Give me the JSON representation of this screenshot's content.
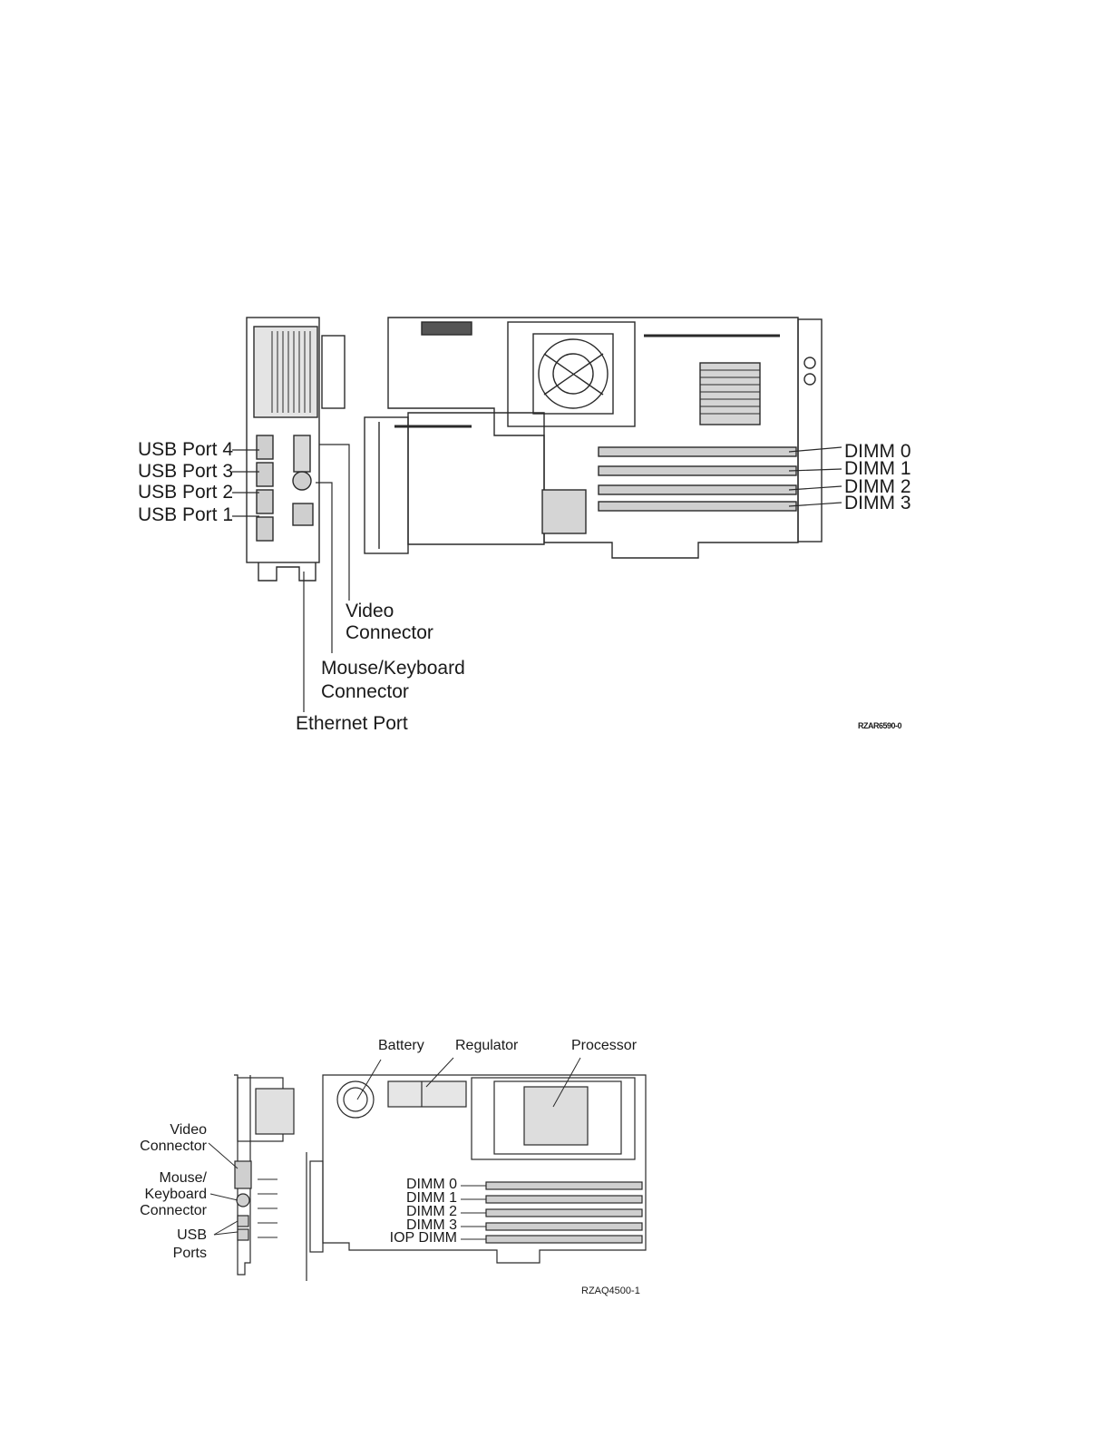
{
  "figure1": {
    "labels": {
      "usb_port_4": "USB Port 4",
      "usb_port_3": "USB Port 3",
      "usb_port_2": "USB Port 2",
      "usb_port_1": "USB Port 1",
      "dimm_0": "DIMM 0",
      "dimm_1": "DIMM 1",
      "dimm_2": "DIMM 2",
      "dimm_3": "DIMM 3",
      "video_connector": "Video\nConnector",
      "mouse_keyboard_connector": "Mouse/Keyboard\nConnector",
      "ethernet_port": "Ethernet Port"
    },
    "figure_code": "RZAR6590-0"
  },
  "figure2": {
    "labels": {
      "battery": "Battery",
      "regulator": "Regulator",
      "processor": "Processor",
      "video_connector": "Video\nConnector",
      "mouse_keyboard_connector": "Mouse/\nKeyboard\nConnector",
      "usb_ports": "USB\nPorts",
      "dimm_0": "DIMM 0",
      "dimm_1": "DIMM 1",
      "dimm_2": "DIMM 2",
      "dimm_3": "DIMM 3",
      "iop_dimm": "IOP DIMM"
    },
    "figure_code": "RZAQ4500-1"
  },
  "colors": {
    "line": "#2a2a2a",
    "text": "#1a1a1a"
  }
}
